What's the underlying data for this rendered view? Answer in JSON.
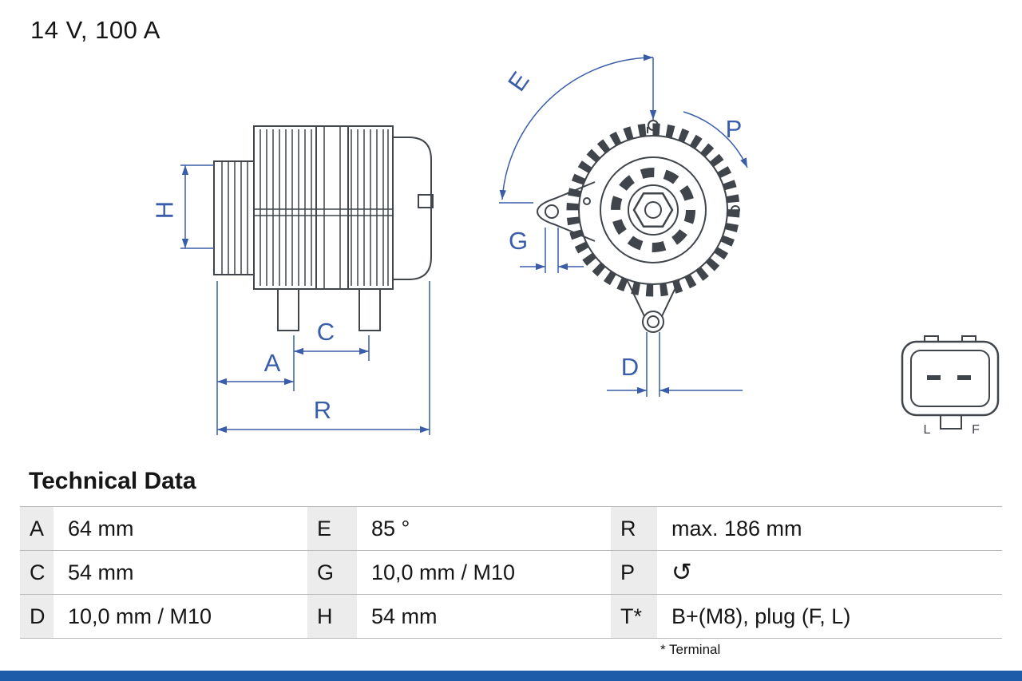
{
  "header": {
    "rating": "14 V, 100 A"
  },
  "diagram": {
    "dim_labels": {
      "H": "H",
      "A": "A",
      "C": "C",
      "R": "R",
      "E": "E",
      "P": "P",
      "G": "G",
      "D": "D"
    },
    "connector": {
      "left_label": "L",
      "right_label": "F"
    }
  },
  "technical_data": {
    "title": "Technical Data",
    "footnote": "* Terminal",
    "rotation_icon_glyph": "↺",
    "rows": [
      {
        "c1": {
          "key": "A",
          "value": "64 mm"
        },
        "c2": {
          "key": "E",
          "value": "85 °"
        },
        "c3": {
          "key": "R",
          "value": "max. 186 mm"
        }
      },
      {
        "c1": {
          "key": "C",
          "value": "54 mm"
        },
        "c2": {
          "key": "G",
          "value": "10,0 mm / M10"
        },
        "c3": {
          "key": "P",
          "value": ""
        }
      },
      {
        "c1": {
          "key": "D",
          "value": "10,0 mm / M10"
        },
        "c2": {
          "key": "H",
          "value": "54 mm"
        },
        "c3": {
          "key": "T*",
          "value": "B+(M8), plug (F, L)"
        }
      }
    ]
  },
  "colors": {
    "dimension_blue": "#3a5da9",
    "line_gray": "#3f454a",
    "footer_blue": "#1d5ca9",
    "key_cell_gray": "#ececec"
  }
}
